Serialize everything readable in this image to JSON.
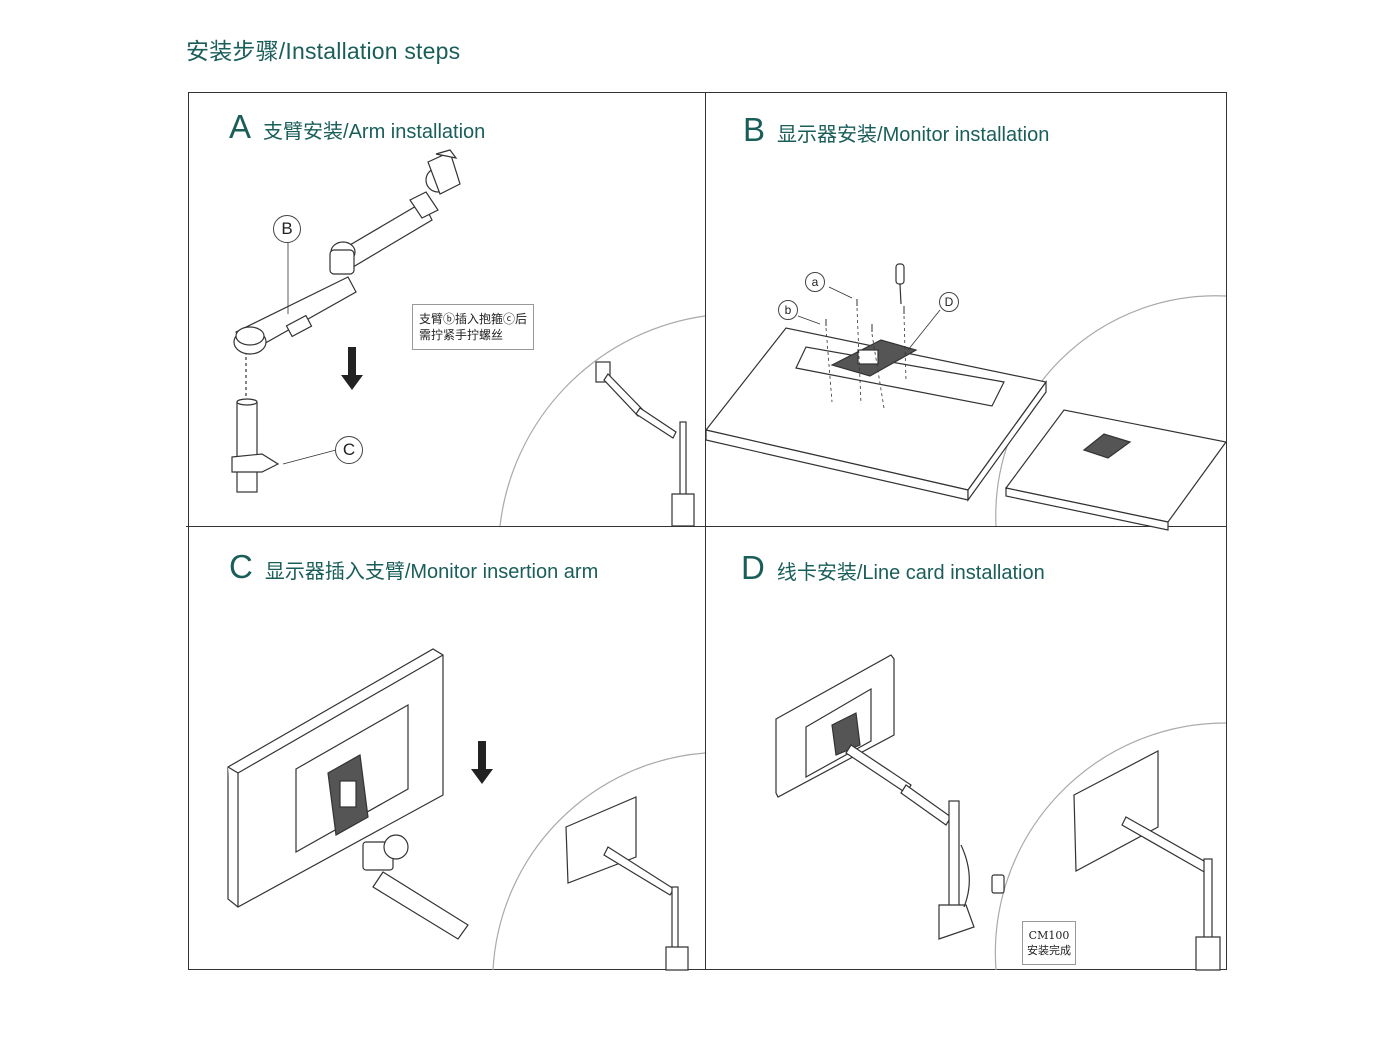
{
  "page_title": "安装步骤/Installation steps",
  "steps": [
    {
      "letter": "A",
      "label": "支臂安装/Arm installation",
      "note": [
        "支臂ⓑ插入抱箍ⓒ后",
        "需拧紧手拧螺丝"
      ],
      "callouts": [
        "B",
        "C"
      ]
    },
    {
      "letter": "B",
      "label": "显示器安装/Monitor installation",
      "callouts": [
        "a",
        "b",
        "D"
      ]
    },
    {
      "letter": "C",
      "label": "显示器插入支臂/Monitor insertion arm"
    },
    {
      "letter": "D",
      "label": "线卡安装/Line card installation",
      "done": [
        "CM100",
        "安装完成"
      ]
    }
  ],
  "colors": {
    "accent": "#1a5e5a",
    "line": "#333333"
  }
}
